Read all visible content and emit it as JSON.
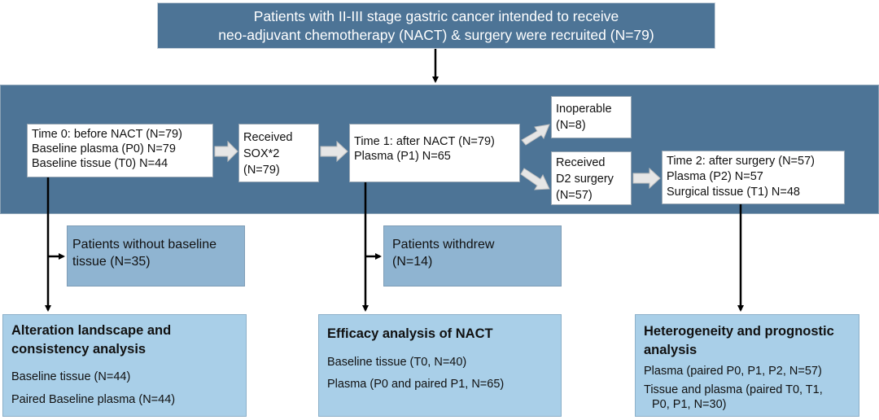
{
  "top": {
    "line1": "Patients with II-III stage gastric cancer intended to receive",
    "line2": "neo-adjuvant chemotherapy (NACT) & surgery were recruited (N=79)"
  },
  "time0": {
    "line1": "Time 0: before NACT (N=79)",
    "line2": "Baseline plasma (P0) N=79",
    "line3": "Baseline tissue (T0) N=44"
  },
  "sox": {
    "line1": "Received",
    "line2": "SOX*2",
    "line3": "(N=79)"
  },
  "time1": {
    "line1": "Time 1: after NACT (N=79)",
    "line2": "Plasma (P1) N=65"
  },
  "inoperable": {
    "line1": "Inoperable",
    "line2": "(N=8)"
  },
  "d2": {
    "line1": "Received",
    "line2": "D2 surgery",
    "line3": "(N=57)"
  },
  "time2": {
    "line1": "Time 2: after surgery (N=57)",
    "line2": "Plasma (P2) N=57",
    "line3": "Surgical tissue (T1) N=48"
  },
  "no_tissue": {
    "line1": "Patients without baseline",
    "line2": "tissue (N=35)"
  },
  "withdrew": {
    "line1": "Patients withdrew",
    "line2": "(N=14)"
  },
  "out_left": {
    "title1": "Alteration landscape and",
    "title2": "consistency analysis",
    "item1": "Baseline tissue (N=44)",
    "item2": "Paired Baseline plasma (N=44)"
  },
  "out_mid": {
    "title1": "Efficacy analysis of NACT",
    "item1": "Baseline tissue (T0, N=40)",
    "item2": "Plasma (P0 and paired P1, N=65)"
  },
  "out_right": {
    "title1": "Heterogeneity and prognostic",
    "title2": "analysis",
    "item1": "Plasma (paired P0, P1, P2, N=57)",
    "item2": "Tissue and plasma (paired T0, T1,",
    "item3": "P0, P1, N=30)"
  },
  "colors": {
    "header_fill": "#4d7496",
    "band_fill": "#4d7496",
    "excluded_fill": "#8fb4d1",
    "outcome_fill": "#a9cfe8",
    "connector": "#000000",
    "block_arrow": "#e6e6e6"
  }
}
